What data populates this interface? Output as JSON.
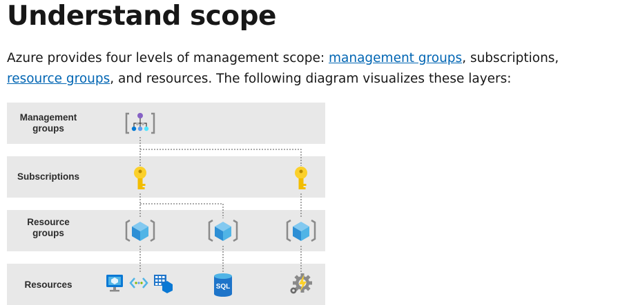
{
  "heading": "Understand scope",
  "intro": {
    "text_before": "Azure provides four levels of management scope: ",
    "link_management_groups": "management groups",
    "text_middle": ", subscriptions, ",
    "link_resource_groups": "resource groups",
    "text_after": ", and resources. The following diagram visualizes these layers:"
  },
  "diagram": {
    "levels": [
      {
        "line1": "Management",
        "line2": "groups"
      },
      {
        "line1": "Subscriptions",
        "line2": ""
      },
      {
        "line1": "Resource",
        "line2": "groups"
      },
      {
        "line1": "Resources",
        "line2": ""
      }
    ],
    "sql_label": "SQL",
    "icons": {
      "management_group": "management-group-icon",
      "subscription": "key-icon",
      "resource_group": "cube-icon",
      "virtual_machine": "monitor-icon",
      "virtual_network": "network-icon",
      "sql_database": "database-icon",
      "function_app": "gear-lightning-icon"
    },
    "colors": {
      "band": "#e8e8e8",
      "link": "#0065b3",
      "key": "#fbd02b",
      "cube": "#50b4e6",
      "sql": "#1e74c9",
      "connector": "#777777"
    }
  }
}
